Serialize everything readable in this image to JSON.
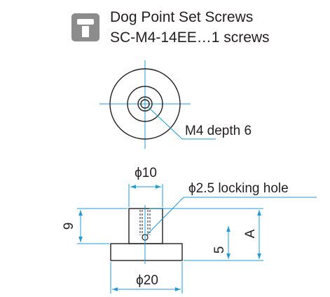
{
  "header": {
    "icon": "hex-socket-screw-icon",
    "icon_color": "#8c8c8c",
    "title": "Dog Point Set Screws",
    "subtitle": "SC-M4-14EE…1 screws"
  },
  "drawing": {
    "accent_color": "#1e9bd7",
    "line_color": "#231f20",
    "top_view": {
      "thread_label": "M4 depth 6"
    },
    "side_view": {
      "head_diameter_label": "ϕ10",
      "locking_hole_label": "ϕ2.5 locking hole",
      "base_diameter_label": "ϕ20",
      "head_height_label": "9",
      "base_height_label": "5",
      "total_height_label": "A"
    }
  }
}
